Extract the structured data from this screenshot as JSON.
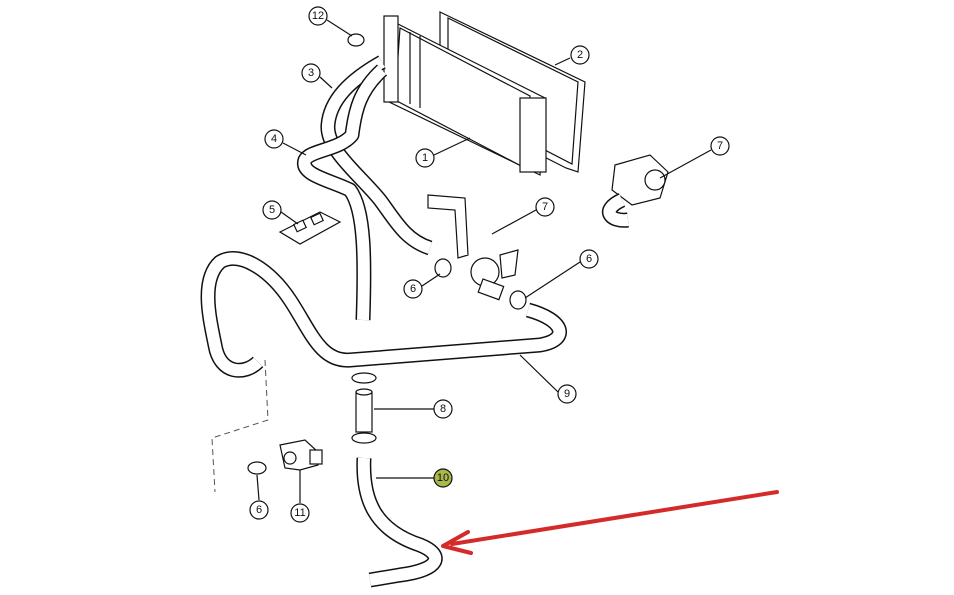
{
  "callouts": [
    {
      "id": "c12",
      "label": "12"
    },
    {
      "id": "c2",
      "label": "2"
    },
    {
      "id": "c3",
      "label": "3"
    },
    {
      "id": "c4",
      "label": "4"
    },
    {
      "id": "c1",
      "label": "1"
    },
    {
      "id": "c7a",
      "label": "7"
    },
    {
      "id": "c5",
      "label": "5"
    },
    {
      "id": "c7b",
      "label": "7"
    },
    {
      "id": "c6a",
      "label": "6"
    },
    {
      "id": "c6b",
      "label": "6"
    },
    {
      "id": "c9",
      "label": "9"
    },
    {
      "id": "c8",
      "label": "8"
    },
    {
      "id": "c10",
      "label": "10",
      "highlighted": true
    },
    {
      "id": "c6c",
      "label": "6"
    },
    {
      "id": "c11",
      "label": "11"
    }
  ],
  "colors": {
    "highlight": "#a9b74b",
    "arrow": "#d42a2a",
    "line": "#111111"
  }
}
